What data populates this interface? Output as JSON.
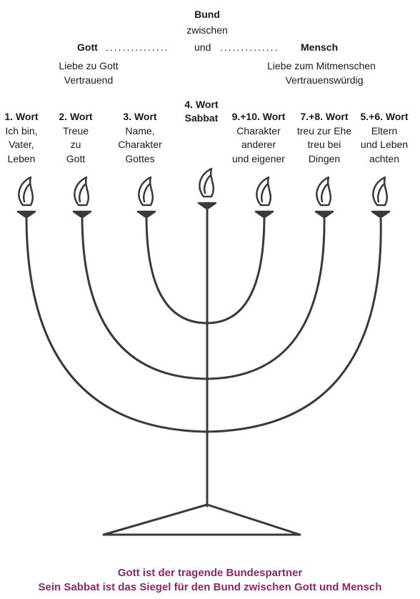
{
  "header": {
    "bund": "Bund",
    "zwischen": "zwischen",
    "gott": "Gott",
    "dots_left": "...............",
    "und": "und",
    "dots_right": "..............",
    "mensch": "Mensch"
  },
  "left_side": {
    "line1": "Liebe zu Gott",
    "line2": "Vertrauend"
  },
  "right_side": {
    "line1": "Liebe zum Mitmenschen",
    "line2": "Vertrauenswürdig"
  },
  "center_wort": {
    "title": "4. Wort",
    "subtitle": "Sabbat"
  },
  "commandments": [
    {
      "title": "1. Wort",
      "lines": [
        "Ich bin,",
        "Vater,",
        "Leben"
      ]
    },
    {
      "title": "2. Wort",
      "lines": [
        "Treue",
        "zu",
        "Gott"
      ]
    },
    {
      "title": "3. Wort",
      "lines": [
        "Name,",
        "Charakter",
        "Gottes"
      ]
    },
    {
      "title": "9.+10. Wort",
      "lines": [
        "Charakter",
        "anderer",
        "und eigener"
      ]
    },
    {
      "title": "7.+8. Wort",
      "lines": [
        "treu zur Ehe",
        "treu bei",
        "Dingen"
      ]
    },
    {
      "title": "5.+6. Wort",
      "lines": [
        "Eltern",
        "und Leben",
        "achten"
      ]
    }
  ],
  "footer": {
    "line1": "Gott ist der tragende Bundespartner",
    "line2": "Sein Sabbat ist das Siegel für den Bund zwischen Gott und Mensch"
  },
  "colors": {
    "drawing": "#3a3a3a",
    "footer_text": "#8c2a63"
  }
}
